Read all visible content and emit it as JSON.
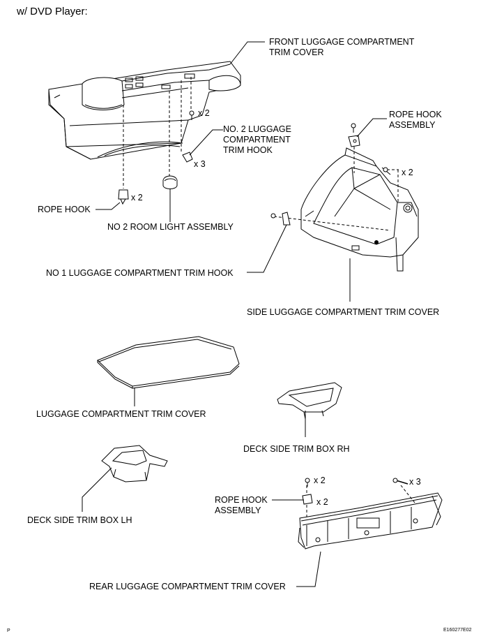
{
  "header": {
    "title": "w/ DVD Player:"
  },
  "labels": {
    "front_trim_cover_1": "FRONT LUGGAGE COMPARTMENT",
    "front_trim_cover_2": "TRIM COVER",
    "rope_hook_asm_top_1": "ROPE HOOK",
    "rope_hook_asm_top_2": "ASSEMBLY",
    "no2_trim_hook_1": "NO. 2 LUGGAGE",
    "no2_trim_hook_2": "COMPARTMENT",
    "no2_trim_hook_3": "TRIM HOOK",
    "rope_hook": "ROPE HOOK",
    "no2_room_light": "NO  2 ROOM LIGHT ASSEMBLY",
    "no1_trim_hook": "NO  1 LUGGAGE COMPARTMENT TRIM HOOK",
    "side_trim_cover": "SIDE LUGGAGE COMPARTMENT TRIM COVER",
    "luggage_trim_cover": "LUGGAGE COMPARTMENT TRIM COVER",
    "deck_box_rh": "DECK SIDE TRIM BOX RH",
    "deck_box_lh": "DECK SIDE TRIM BOX LH",
    "rope_hook_asm_bottom_1": "ROPE HOOK",
    "rope_hook_asm_bottom_2": "ASSEMBLY",
    "rear_trim_cover": "REAR LUGGAGE COMPARTMENT TRIM COVER"
  },
  "quantities": {
    "screw_front": "x 2",
    "clip_no2_hook": "x 3",
    "rope_hook": "x 2",
    "side_screw": "x 2",
    "rear_screw_left": "x 2",
    "rear_hook": "x 2",
    "rear_screw_right": "x 3"
  },
  "footer": {
    "left_mark": "P",
    "figure_id": "E160277E02"
  }
}
